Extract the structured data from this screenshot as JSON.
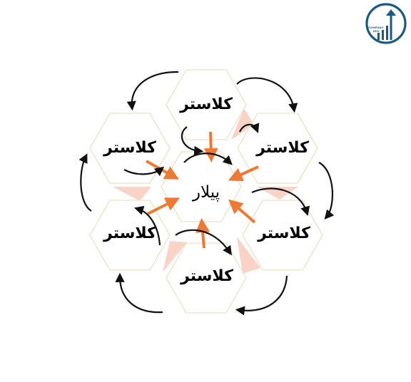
{
  "logo": {
    "line1": "COMPANY",
    "line2": "SEO",
    "color": "#1b5a80"
  },
  "diagram": {
    "center_label": "پیلار",
    "cluster_labels": [
      "کلاستر",
      "کلاستر",
      "کلاستر",
      "کلاستر",
      "کلاستر",
      "کلاستر"
    ],
    "colors": {
      "hex_border": "#ece1c6",
      "accent_arrow": "#ec7a35",
      "curved_arrow": "#111111",
      "wedge_fill": "#f9d3c6"
    }
  }
}
